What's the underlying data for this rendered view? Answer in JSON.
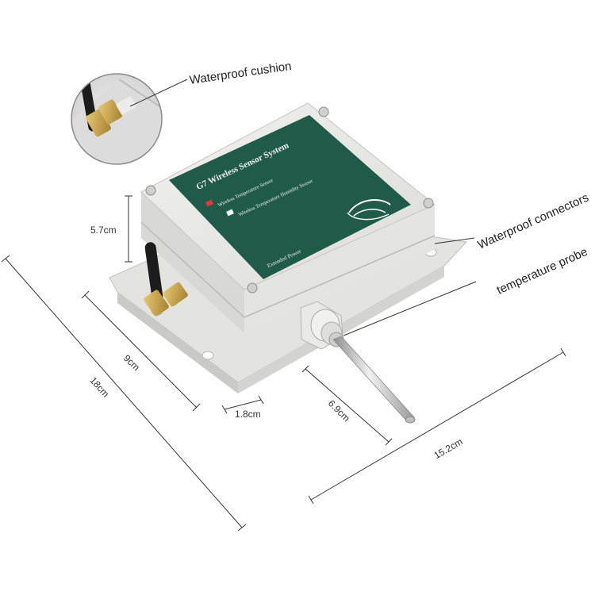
{
  "callouts": {
    "waterproof_cushion": "Waterproof cushion",
    "waterproof_connectors": "Waterproof connectors",
    "temperature_probe": "temperature probe"
  },
  "dimensions": {
    "height": "5.7cm",
    "width": "9cm",
    "length": "18cm",
    "flange": "1.8cm",
    "probe_length": "6.9cm",
    "depth": "15.2cm"
  },
  "panel": {
    "title": "G7 Wireless Sensor System",
    "option_1": "Wireless Temperature Sensor",
    "option_2": "Wireless Temperature Humidity Sensor",
    "footer": "Extended Power"
  },
  "colors": {
    "panel_green": "#1f5a4a",
    "enclosure": "#e6e7e3",
    "antenna": "#1c1c1c",
    "brass": "#c9a24a",
    "probe": "#c7c7c7",
    "option_1_marker": "#e03a3a",
    "option_2_marker": "#ffffff"
  }
}
